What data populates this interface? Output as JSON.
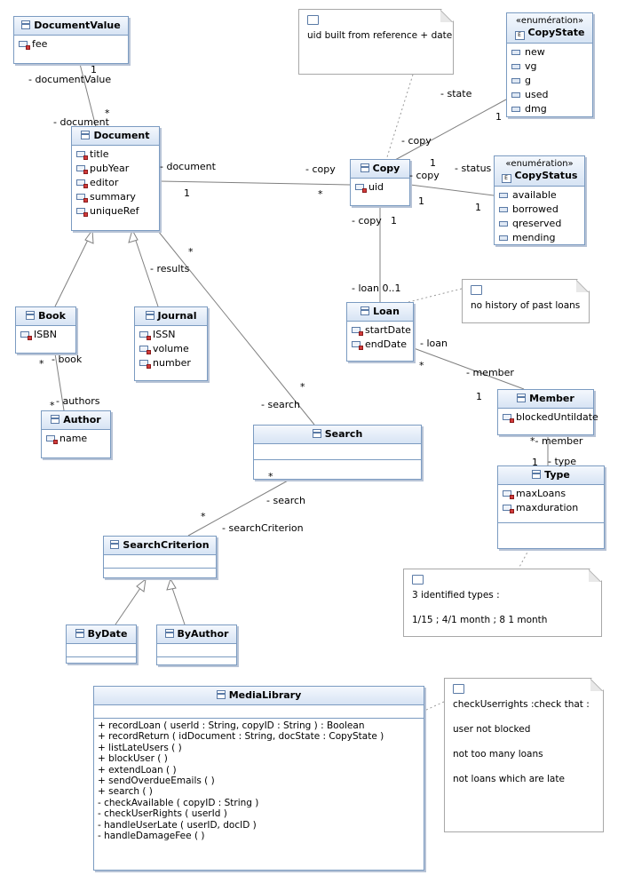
{
  "classes": {
    "document_value": {
      "name": "DocumentValue",
      "attrs": [
        "fee"
      ]
    },
    "document": {
      "name": "Document",
      "attrs": [
        "title",
        "pubYear",
        "editor",
        "summary",
        "uniqueRef"
      ]
    },
    "copy": {
      "name": "Copy",
      "attrs": [
        "uid"
      ]
    },
    "copy_state": {
      "stereotype": "«enumération»",
      "name": "CopyState",
      "literals": [
        "new",
        "vg",
        "g",
        "used",
        "dmg"
      ]
    },
    "copy_status": {
      "stereotype": "«enumération»",
      "name": "CopyStatus",
      "literals": [
        "available",
        "borrowed",
        "qreserved",
        "mending"
      ]
    },
    "book": {
      "name": "Book",
      "attrs": [
        "ISBN"
      ]
    },
    "journal": {
      "name": "Journal",
      "attrs": [
        "ISSN",
        "volume",
        "number"
      ]
    },
    "author": {
      "name": "Author",
      "attrs": [
        "name"
      ]
    },
    "loan": {
      "name": "Loan",
      "attrs": [
        "startDate",
        "endDate"
      ]
    },
    "member": {
      "name": "Member",
      "attrs": [
        "blockedUntildate"
      ]
    },
    "type": {
      "name": "Type",
      "attrs": [
        "maxLoans",
        "maxduration"
      ]
    },
    "search": {
      "name": "Search"
    },
    "search_criterion": {
      "name": "SearchCriterion"
    },
    "by_date": {
      "name": "ByDate"
    },
    "by_author": {
      "name": "ByAuthor"
    },
    "media_library": {
      "name": "MediaLibrary",
      "ops": [
        "+ recordLoan ( userId : String, copyID : String ) : Boolean",
        "+ recordReturn ( idDocument : String, docState : CopyState )",
        "+ listLateUsers ( )",
        "+ blockUser ( )",
        "+ extendLoan ( )",
        "+ sendOverdueEmails ( )",
        "+ search ( )",
        "- checkAvailable ( copyID : String )",
        "- checkUserRights ( userId )",
        "- handleUserLate ( userID, docID )",
        "- handleDamageFee ( )"
      ]
    }
  },
  "notes": {
    "uid_note": [
      "uid built from reference + date"
    ],
    "loan_note": [
      "no history of past loans"
    ],
    "type_note": [
      "3 identified types :",
      "",
      "1/15 ; 4/1 month ; 8 1 month"
    ],
    "rights_note": [
      "checkUserrights :check that :",
      "",
      "user not blocked",
      "",
      "not too many loans",
      "",
      "not loans which are late"
    ]
  },
  "labels": {
    "dv_mult": "1",
    "dv_role": "- documentValue",
    "doc_from_dv": "- document",
    "doc_from_dv_mult": "*",
    "doc_copy_role": "- document",
    "doc_copy_mult": "1",
    "copy_doc_role": "- copy",
    "copy_doc_mult": "*",
    "state_role": "- state",
    "state_mult": "1",
    "copy_state_role": "- copy",
    "copy_state_mult": "1",
    "status_role": "- status",
    "status_mult": "1",
    "copy_status_role": "- copy",
    "copy_status_mult": "1",
    "copy_loan_role": "- copy",
    "copy_loan_mult": "1",
    "loan_copy_role": "- loan 0..1",
    "loan_member_role": "- loan",
    "loan_member_mult": "*",
    "member_loan_role": "- member",
    "member_loan_mult": "1",
    "member_type_role": "*- member",
    "type_member_mult": "1",
    "type_role": "- type",
    "book_author_role": "- book",
    "book_author_mult": "*",
    "author_book_role": "- authors",
    "author_book_mult": "*",
    "results_role": "- results",
    "results_mult": "*",
    "search_role": "- search",
    "search_mult": "*",
    "criterion_search_role": "- search",
    "criterion_search_mult": "*",
    "criterion_role": "- searchCriterion",
    "criterion_mult": "*"
  }
}
